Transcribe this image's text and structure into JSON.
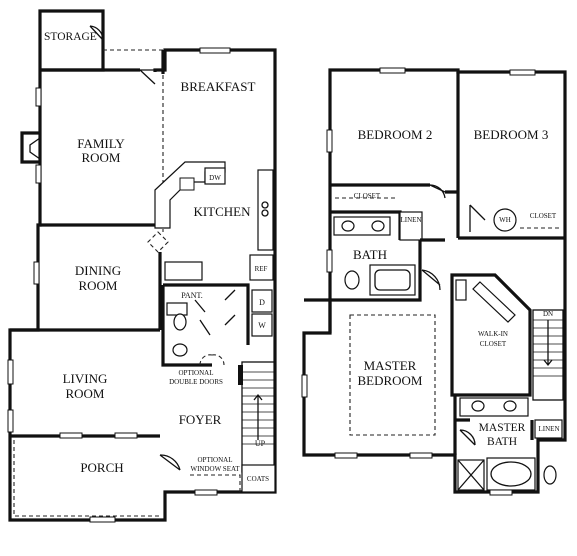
{
  "first_floor": {
    "storage": "STORAGE",
    "breakfast": "BREAKFAST",
    "family_room": [
      "FAMILY",
      "ROOM"
    ],
    "dw": "DW",
    "kitchen": "KITCHEN",
    "dining_room": [
      "DINING",
      "ROOM"
    ],
    "ref": "REF",
    "pantry": "PANT.",
    "dryer": "D",
    "washer": "W",
    "living_room": [
      "LIVING",
      "ROOM"
    ],
    "optional_doors": [
      "OPTIONAL",
      "DOUBLE DOORS"
    ],
    "foyer": "FOYER",
    "stair_up": "UP",
    "porch": "PORCH",
    "optional_window_seat": [
      "OPTIONAL",
      "WINDOW SEAT"
    ],
    "coats": "COATS"
  },
  "second_floor": {
    "bedroom2": "BEDROOM 2",
    "bedroom3": "BEDROOM 3",
    "closet_left": "CLOSET",
    "linen_upper": "LINEN",
    "wh": "WH",
    "closet_right": "CLOSET",
    "bath": "BATH",
    "walk_in_closet": [
      "WALK-IN",
      "CLOSET"
    ],
    "stair_dn": "DN",
    "master_bedroom": [
      "MASTER",
      "BEDROOM"
    ],
    "master_bath": [
      "MASTER",
      "BATH"
    ],
    "linen_lower": "LINEN"
  }
}
